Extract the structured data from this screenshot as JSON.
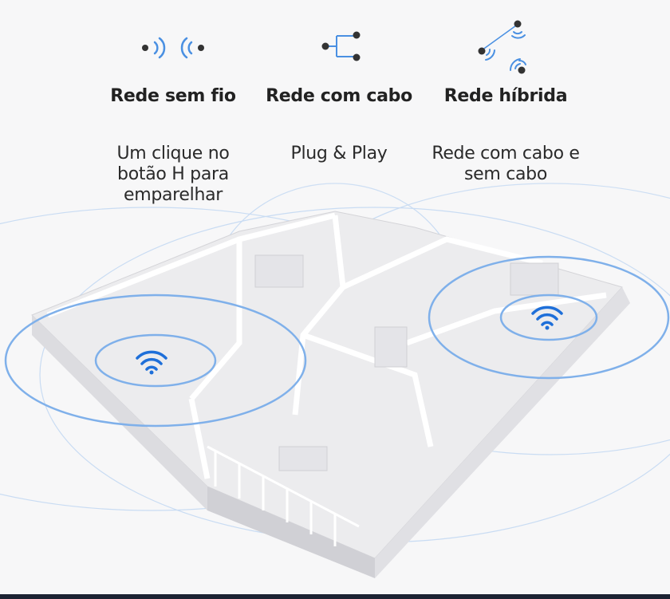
{
  "features": [
    {
      "icon": "wireless-network-icon",
      "title": "Rede sem fio",
      "description_lines": [
        "Um clique no",
        "botão H para",
        "emparelhar"
      ]
    },
    {
      "icon": "wired-network-icon",
      "title": "Rede com cabo",
      "description_lines": [
        "Plug & Play"
      ]
    },
    {
      "icon": "hybrid-network-icon",
      "title": "Rede híbrida",
      "description_lines": [
        "Rede com cabo e",
        "sem cabo"
      ]
    }
  ],
  "colors": {
    "accent": "#4a90e2",
    "dot": "#333333",
    "wifi": "#1e6fd9",
    "ring": "#8fb8ea"
  }
}
